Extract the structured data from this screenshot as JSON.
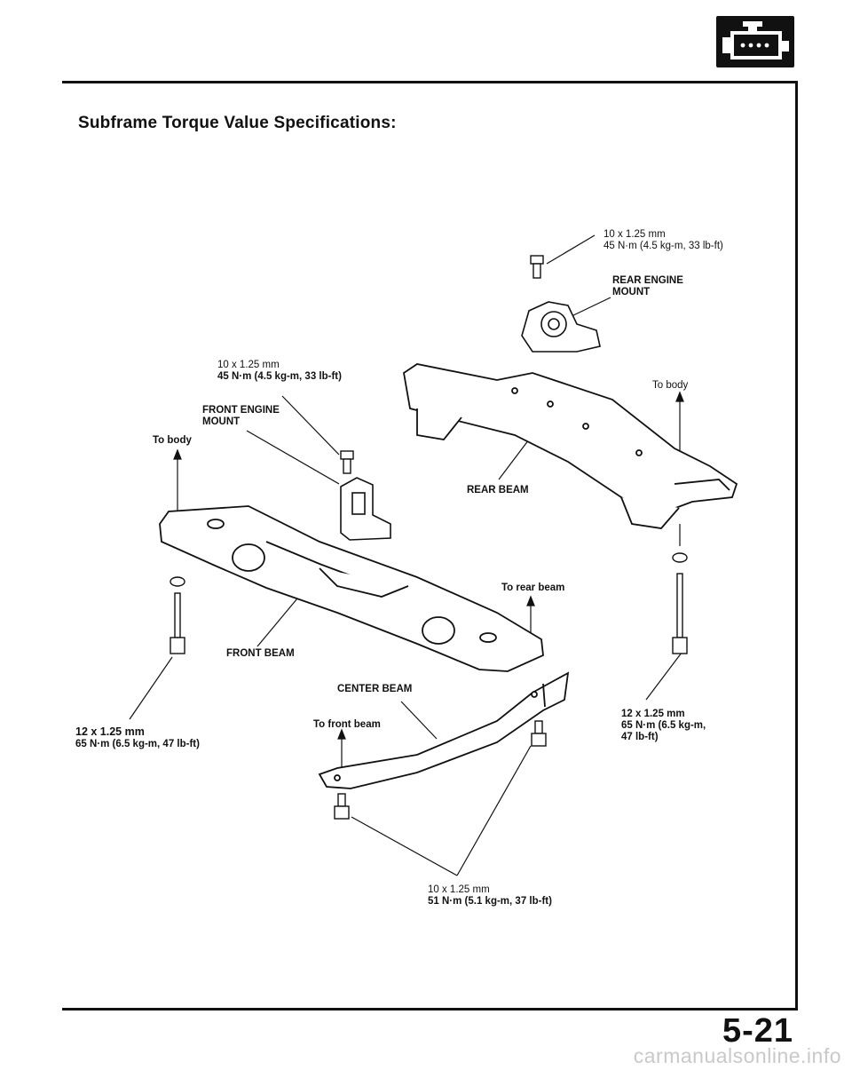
{
  "section_icon": "engine-section-icon",
  "heading": "Subframe Torque Value Specifications:",
  "labels": {
    "rear_bolt_top": {
      "size": "10 x 1.25 mm",
      "torque": "45 N·m (4.5 kg-m, 33 lb-ft)"
    },
    "rear_engine_mount": {
      "line1": "REAR ENGINE",
      "line2": "MOUNT"
    },
    "front_bolt_top": {
      "size": "10 x 1.25 mm",
      "torque": "45 N·m (4.5 kg-m, 33 lb-ft)"
    },
    "front_engine_mount": {
      "line1": "FRONT ENGINE",
      "line2": "MOUNT"
    },
    "to_body_left": "To body",
    "to_body_right": "To body",
    "rear_beam": "REAR BEAM",
    "to_rear_beam": "To rear beam",
    "front_beam": "FRONT BEAM",
    "center_beam": "CENTER BEAM",
    "to_front_beam": "To front beam",
    "left_bottom_bolt": {
      "size": "12 x 1.25 mm",
      "torque": "65 N·m (6.5 kg-m, 47 lb-ft)"
    },
    "right_bottom_bolt": {
      "size": "12 x 1.25 mm",
      "line2": "65 N·m (6.5 kg-m,",
      "line3": "47 lb-ft)"
    },
    "center_bolt": {
      "size": "10 x 1.25 mm",
      "torque": "51 N·m (5.1 kg-m, 37 lb-ft)"
    }
  },
  "page_number": "5-21",
  "footer_url": "carmanualsonline.info"
}
